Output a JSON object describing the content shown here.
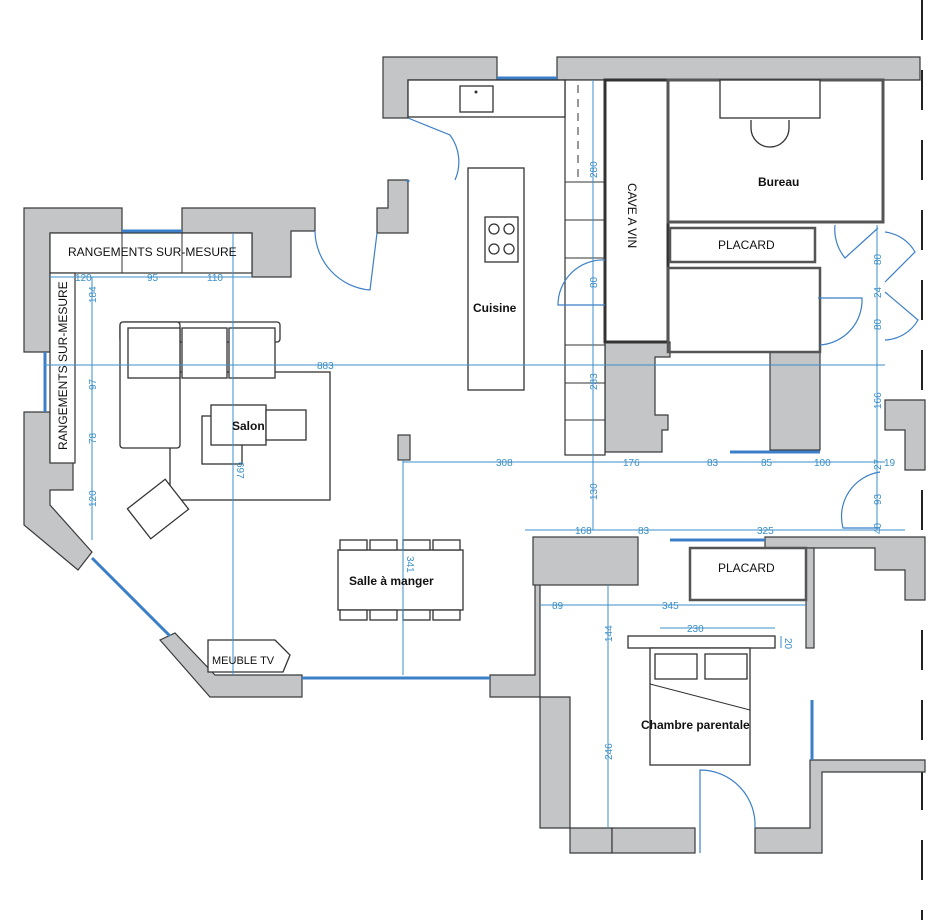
{
  "rooms": {
    "salon": "Salon",
    "cuisine": "Cuisine",
    "salle_a_manger": "Salle à manger",
    "bureau": "Bureau",
    "chambre": "Chambre parentale"
  },
  "labels": {
    "rangements_top": "RANGEMENTS SUR-MESURE",
    "rangements_left": "RANGEMENTS SUR-MESURE",
    "cave_a_vin": "CAVE A VIN",
    "placard_bureau": "PLACARD",
    "placard_chambre": "PLACARD",
    "meuble_tv": "MEUBLE TV"
  },
  "dims": {
    "d120a": "120",
    "d95": "95",
    "d110": "110",
    "d184": "184",
    "d97": "97",
    "d78": "78",
    "d120b": "120",
    "d883": "883",
    "d697": "697",
    "d341": "341",
    "d280": "280",
    "d80a": "80",
    "d283": "283",
    "d80b": "80",
    "d24": "24",
    "d80c": "80",
    "d166": "166",
    "d308": "308",
    "d176": "176",
    "d83a": "83",
    "d85": "85",
    "d100": "100",
    "d27": "27",
    "d19": "19",
    "d130": "130",
    "d93": "93",
    "d40": "40",
    "d168": "168",
    "d83b": "83",
    "d325": "325",
    "d89": "89",
    "d345": "345",
    "d230": "230",
    "d20": "20",
    "d144": "144",
    "d246": "246"
  },
  "colors": {
    "wall": "#c3c5c6",
    "dimension": "#3b8fc8",
    "window": "#3b7fc8"
  }
}
